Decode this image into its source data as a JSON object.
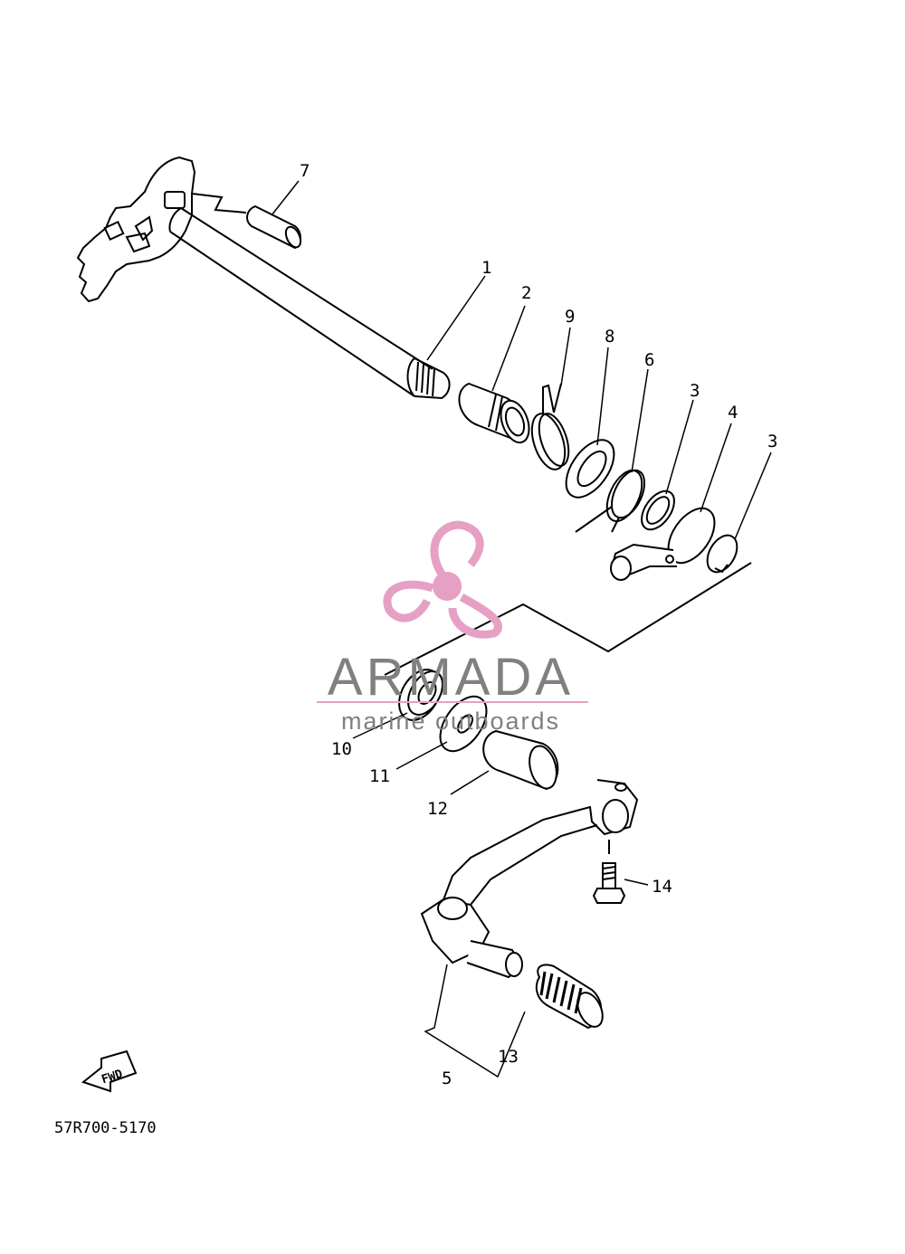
{
  "diagram": {
    "callouts": [
      {
        "id": "c1",
        "label": "1"
      },
      {
        "id": "c2",
        "label": "2"
      },
      {
        "id": "c3a",
        "label": "3"
      },
      {
        "id": "c3b",
        "label": "3"
      },
      {
        "id": "c4",
        "label": "4"
      },
      {
        "id": "c5",
        "label": "5"
      },
      {
        "id": "c6",
        "label": "6"
      },
      {
        "id": "c7",
        "label": "7"
      },
      {
        "id": "c8",
        "label": "8"
      },
      {
        "id": "c9",
        "label": "9"
      },
      {
        "id": "c10",
        "label": "10"
      },
      {
        "id": "c11",
        "label": "11"
      },
      {
        "id": "c12",
        "label": "12"
      },
      {
        "id": "c13",
        "label": "13"
      },
      {
        "id": "c14",
        "label": "14"
      }
    ],
    "fwd_label": "FWD",
    "diagram_code": "57R700-5170"
  },
  "watermark": {
    "brand": "ARMADA",
    "tagline": "marine outboards",
    "logo_color": "#e6a0c4",
    "text_color": "#808080"
  }
}
